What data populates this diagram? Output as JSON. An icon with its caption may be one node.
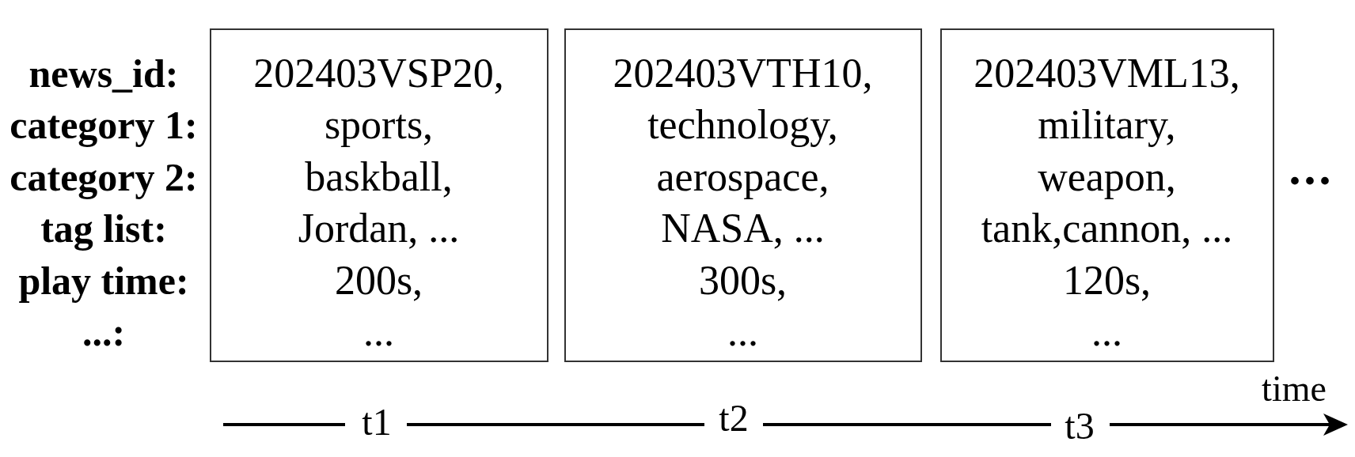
{
  "diagram": {
    "nodes": [
      {
        "text": [
          "202403VSP20,",
          "sports,",
          "baskball,",
          "Jordan, ...",
          "200s,",
          "..."
        ]
      },
      {
        "text": [
          "202403VTH10,",
          "technology,",
          "aerospace,",
          "NASA, ...",
          "300s,",
          "..."
        ]
      },
      {
        "text": [
          "202403VML13,",
          "military,",
          "weapon,",
          "tank,cannon, ...",
          "120s,",
          "..."
        ]
      }
    ],
    "labels": [
      "news_id:",
      "category 1:",
      "category 2:",
      "tag list:",
      "play time:",
      "...:",
      "...",
      "time",
      "t1",
      "t2",
      "t3"
    ]
  }
}
